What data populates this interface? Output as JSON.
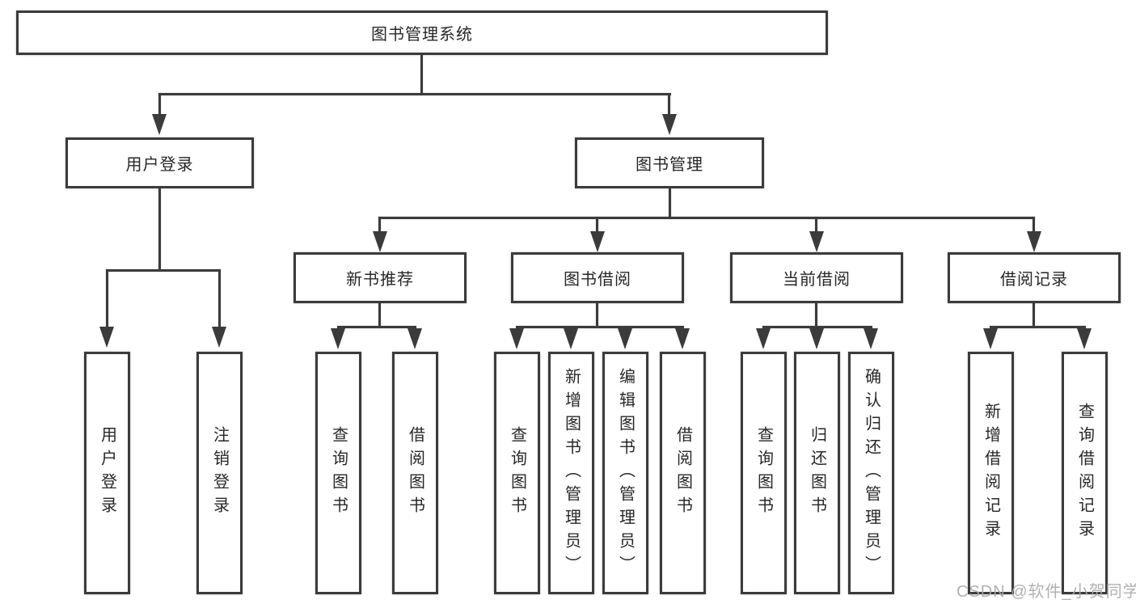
{
  "diagram": {
    "type": "hierarchy-tree",
    "title": "图书管理系统",
    "watermark": "CSDN @软件_小贺同学",
    "colors": {
      "background": "#ffffff",
      "box_fill": "#ffffff",
      "box_border": "#3b3b3b",
      "connector_line": "#3b3b3b",
      "text": "#272727",
      "watermark_text": "#a9a9a9"
    },
    "nodes": {
      "root": {
        "label": "图书管理系统"
      },
      "level2": [
        {
          "id": "user-login",
          "label": "用户登录",
          "parent": "图书管理系统"
        },
        {
          "id": "book-management",
          "label": "图书管理",
          "parent": "图书管理系统"
        }
      ],
      "level3": [
        {
          "id": "new-book-recommend",
          "label": "新书推荐",
          "parent": "图书管理"
        },
        {
          "id": "book-borrow",
          "label": "图书借阅",
          "parent": "图书管理"
        },
        {
          "id": "current-borrow",
          "label": "当前借阅",
          "parent": "图书管理"
        },
        {
          "id": "borrow-records",
          "label": "借阅记录",
          "parent": "图书管理"
        }
      ],
      "leaves": [
        {
          "id": "leaf-user-login",
          "label": "用户登录",
          "parent": "用户登录"
        },
        {
          "id": "leaf-logout",
          "label": "注销登录",
          "parent": "用户登录"
        },
        {
          "id": "leaf-query-books-recommend",
          "label": "查询图书",
          "parent": "新书推荐"
        },
        {
          "id": "leaf-borrow-books-recommend",
          "label": "借阅图书",
          "parent": "新书推荐"
        },
        {
          "id": "leaf-query-books-borrow",
          "label": "查询图书",
          "parent": "图书借阅"
        },
        {
          "id": "leaf-add-books-admin",
          "label": "新增图书（管理员）",
          "parent": "图书借阅"
        },
        {
          "id": "leaf-edit-books-admin",
          "label": "编辑图书（管理员）",
          "parent": "图书借阅"
        },
        {
          "id": "leaf-borrow-books-borrow",
          "label": "借阅图书",
          "parent": "图书借阅"
        },
        {
          "id": "leaf-query-books-current",
          "label": "查询图书",
          "parent": "当前借阅"
        },
        {
          "id": "leaf-return-books",
          "label": "归还图书",
          "parent": "当前借阅"
        },
        {
          "id": "leaf-confirm-return-admin",
          "label": "确认归还（管理员）",
          "parent": "当前借阅"
        },
        {
          "id": "leaf-add-borrow-record",
          "label": "新增借阅记录",
          "parent": "借阅记录"
        },
        {
          "id": "leaf-query-borrow-record",
          "label": "查询借阅记录",
          "parent": "借阅记录"
        }
      ]
    }
  }
}
